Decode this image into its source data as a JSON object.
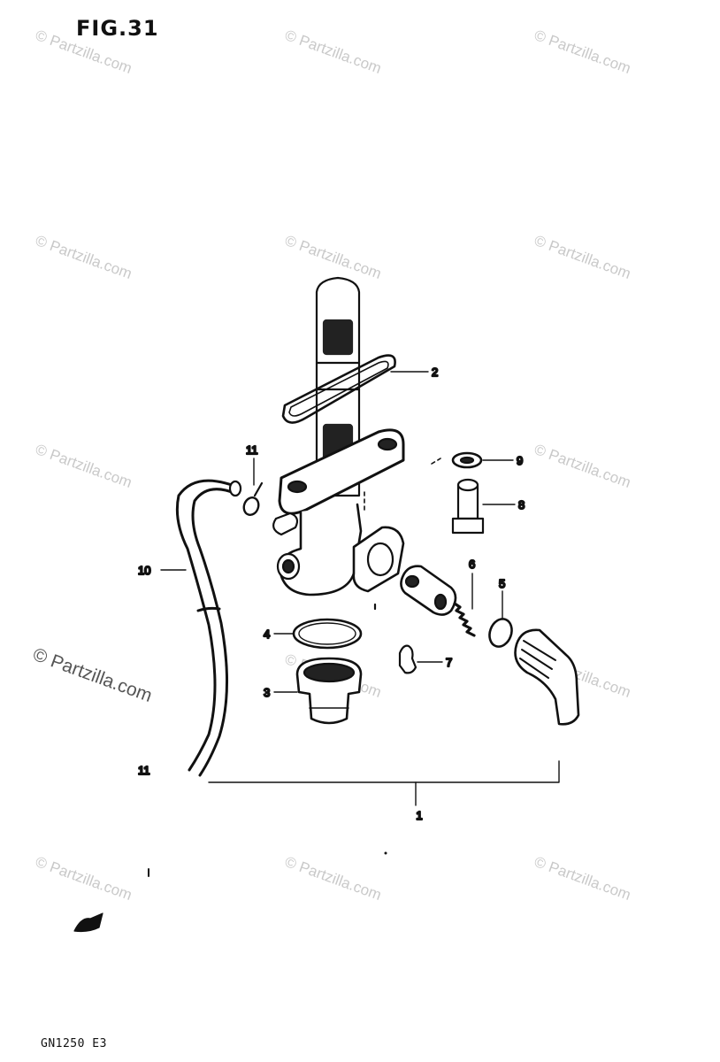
{
  "figure": {
    "title": "FIG.31",
    "model_code": "GN1250 E3"
  },
  "watermark": {
    "text": "© Partzilla.com"
  },
  "callouts": {
    "c1": "1",
    "c2": "2",
    "c3": "3",
    "c4": "4",
    "c5": "5",
    "c6": "6",
    "c7": "7",
    "c8": "8",
    "c9": "9",
    "c10": "10",
    "c11_top": "11",
    "c11_bottom": "11"
  }
}
